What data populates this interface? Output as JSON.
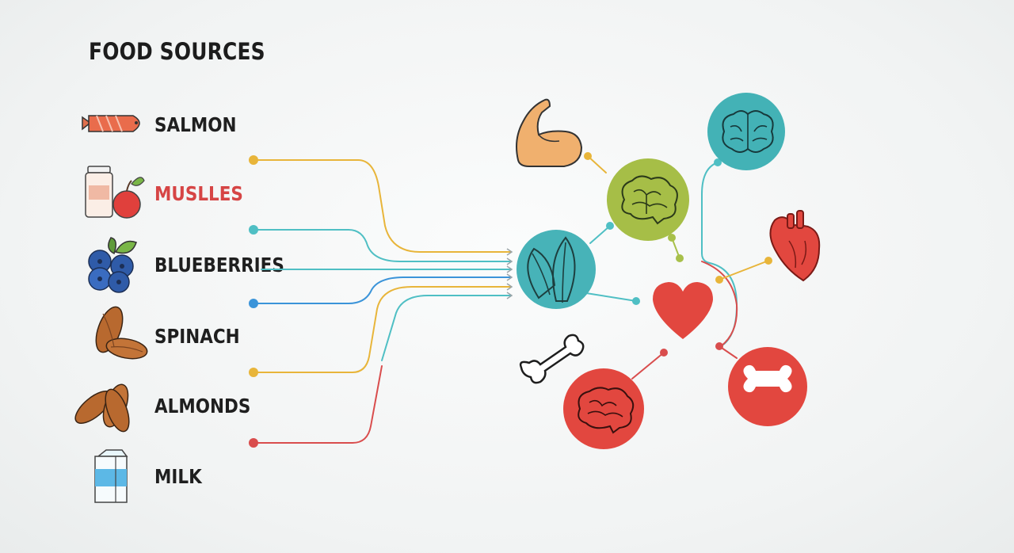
{
  "title": "FOOD SOURCES",
  "colors": {
    "yellow": "#e8b53a",
    "teal": "#4fbfc4",
    "blue": "#3b94d9",
    "red": "#d94d4d",
    "green": "#a8c04a",
    "spinach_circle": "#47b3b8",
    "brain_circle": "#a6be47",
    "top_brain_circle": "#43b2b6",
    "red_circle": "#e2473f",
    "accent_label": "#d64545"
  },
  "foods": [
    {
      "label": "SALMON",
      "icon": "salmon-icon"
    },
    {
      "label": "MUSLLES",
      "icon": "jar-apple-icon",
      "accent": true
    },
    {
      "label": "BLUEBERRIES",
      "icon": "blueberries-icon"
    },
    {
      "label": "SPINACH",
      "icon": "almonds-icon"
    },
    {
      "label": "ALMONDS",
      "icon": "almonds-icon"
    },
    {
      "label": "MILK",
      "icon": "milk-carton-icon"
    }
  ],
  "nodes": [
    {
      "name": "spinach-leaf-node",
      "icon": "spinach-leaf-icon"
    },
    {
      "name": "green-brain-node",
      "icon": "brain-icon"
    },
    {
      "name": "teal-brain-node",
      "icon": "brain-icon"
    },
    {
      "name": "heart-node",
      "icon": "heart-icon"
    },
    {
      "name": "anatomical-heart-node",
      "icon": "anatomical-heart-icon"
    },
    {
      "name": "red-brain-node",
      "icon": "brain-icon"
    },
    {
      "name": "red-bone-node",
      "icon": "bone-icon"
    },
    {
      "name": "outline-bone-node",
      "icon": "bone-outline-icon"
    },
    {
      "name": "flexed-arm-node",
      "icon": "flexed-arm-icon"
    }
  ]
}
